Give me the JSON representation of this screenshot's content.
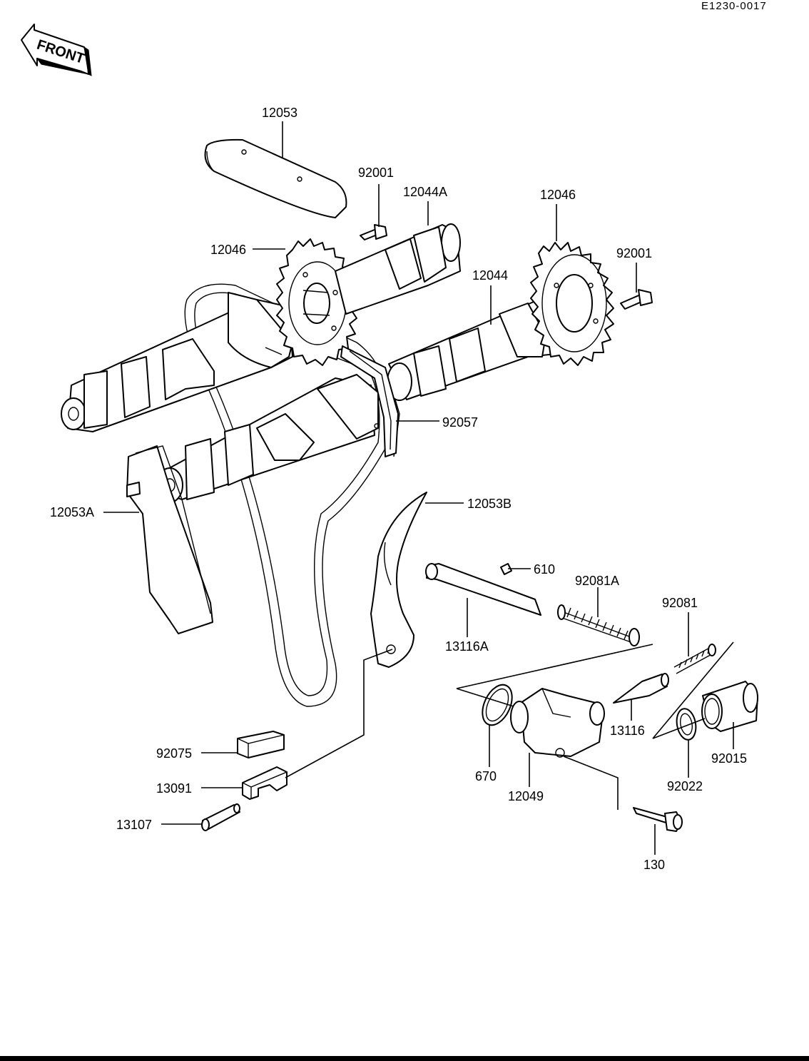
{
  "diagram_code": "E1230-0017",
  "front_label": "FRONT",
  "parts": {
    "guide_top": "12053",
    "bolt_left": "92001",
    "camshaft_intake": "12044A",
    "sprocket_left": "12046",
    "sprocket_right": "12046",
    "bolt_right": "92001",
    "camshaft_exhaust": "12044",
    "chain": "92057",
    "guide_rear": "12053A",
    "guide_tensioner": "12053B",
    "pin": "610",
    "spring_large": "92081A",
    "rod": "13116A",
    "spring_small": "92081",
    "oring": "670",
    "tensioner_body": "12049",
    "plunger": "13116",
    "washer": "92022",
    "cap": "92015",
    "bolt_bottom": "130",
    "damper": "92075",
    "holder": "13091",
    "shaft_pin": "13107"
  }
}
